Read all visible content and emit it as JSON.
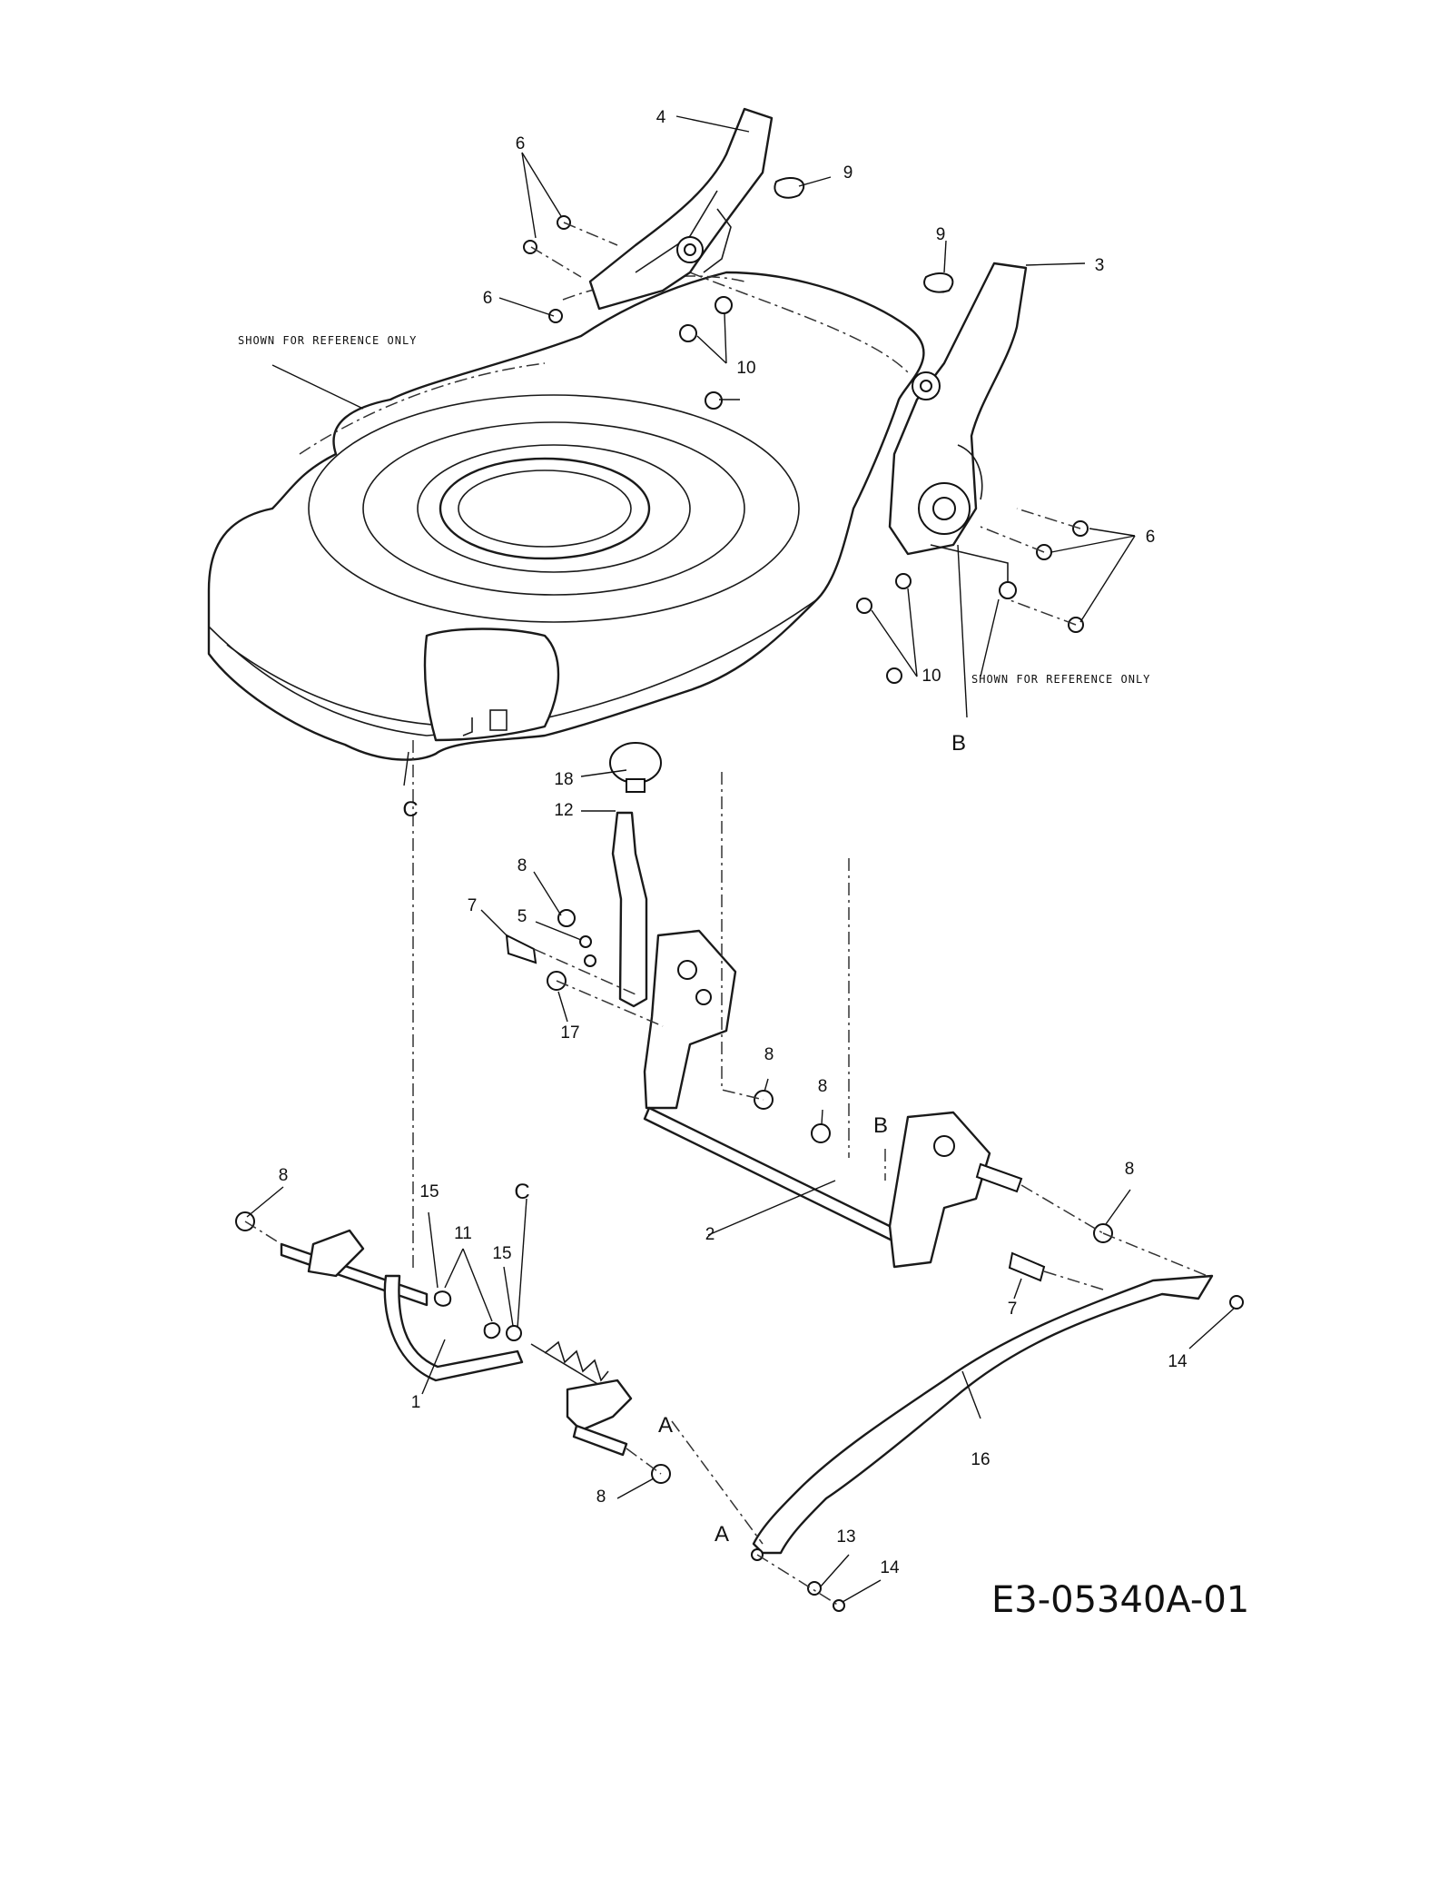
{
  "drawing": {
    "number": "E3-05340A-01",
    "reference_notes": [
      "SHOWN FOR REFERENCE ONLY",
      "SHOWN FOR REFERENCE ONLY"
    ]
  },
  "callouts": {
    "c1": "1",
    "c2": "2",
    "c3": "3",
    "c4": "4",
    "c5": "5",
    "c6a": "6",
    "c6b": "6",
    "c6c": "6",
    "c7a": "7",
    "c7b": "7",
    "c8a": "8",
    "c8b": "8",
    "c8c": "8",
    "c8d": "8",
    "c8e": "8",
    "c8f": "8",
    "c9a": "9",
    "c9b": "9",
    "c10a": "10",
    "c10b": "10",
    "c11": "11",
    "c12": "12",
    "c13": "13",
    "c14a": "14",
    "c14b": "14",
    "c15a": "15",
    "c15b": "15",
    "c16": "16",
    "c17": "17",
    "c18": "18"
  },
  "letters": {
    "B_top": "B",
    "C_top": "C",
    "B_mid": "B",
    "C_mid": "C",
    "A_right": "A",
    "A_bottom": "A"
  }
}
